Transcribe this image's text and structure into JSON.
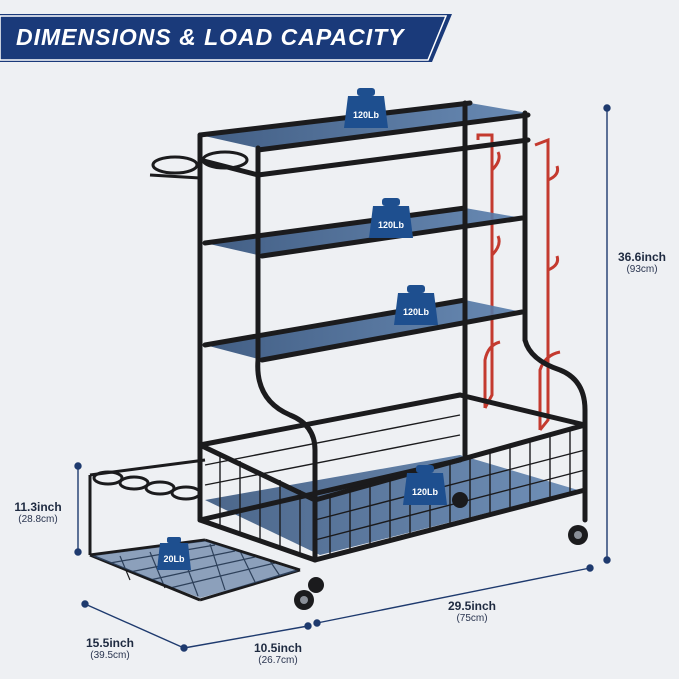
{
  "banner": {
    "title": "DIMENSIONS & LOAD CAPACITY",
    "color": "#1a3a7a"
  },
  "dimensions": {
    "height": {
      "main": "36.6inch",
      "sub": "(93cm)"
    },
    "basket_height": {
      "main": "11.3inch",
      "sub": "(28.8cm)"
    },
    "width": {
      "main": "29.5inch",
      "sub": "(75cm)"
    },
    "basket_depth": {
      "main": "15.5inch",
      "sub": "(39.5cm)"
    },
    "depth": {
      "main": "10.5inch",
      "sub": "(26.7cm)"
    }
  },
  "loads": {
    "shelf_top": "120Lb",
    "shelf_middle": "120Lb",
    "shelf_lower": "120Lb",
    "basket_main": "120Lb",
    "basket_side": "20Lb"
  },
  "colors": {
    "frame": "#1b1b1d",
    "shelf": "#3d5f8c",
    "hooks": "#c43a2f",
    "weight": "#1e4f8f",
    "dimension_line": "#1e3a6e"
  }
}
